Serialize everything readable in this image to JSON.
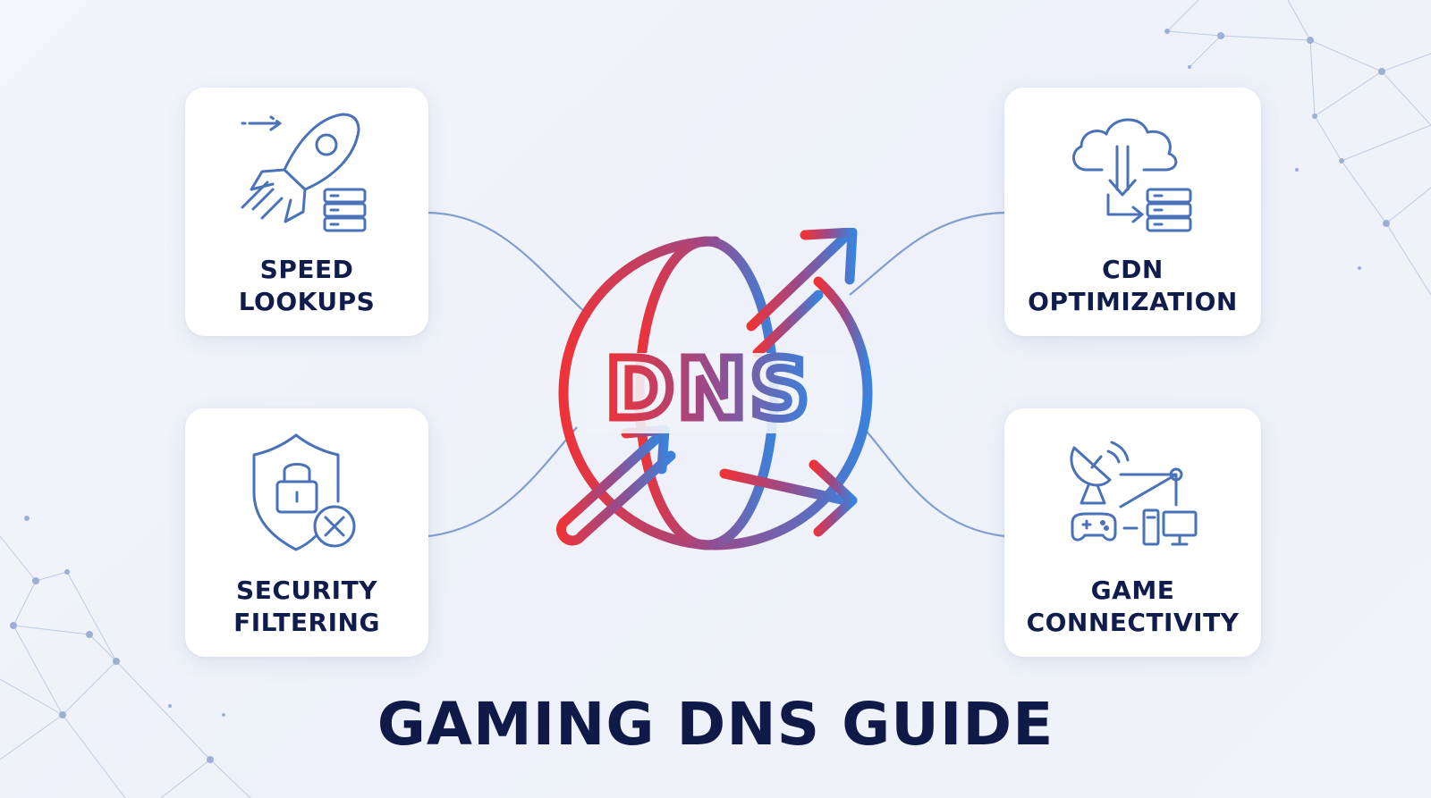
{
  "title": "GAMING DNS GUIDE",
  "center": {
    "label": "DNS"
  },
  "cards": {
    "speed": {
      "line1": "SPEED",
      "line2": "LOOKUPS",
      "icon": "rocket-server-icon"
    },
    "security": {
      "line1": "SECURITY",
      "line2": "FILTERING",
      "icon": "shield-lock-icon"
    },
    "cdn": {
      "line1": "CDN",
      "line2": "OPTIMIZATION",
      "icon": "cloud-server-icon"
    },
    "game": {
      "line1": "GAME",
      "line2": "CONNECTIVITY",
      "icon": "satellite-controller-icon"
    }
  },
  "colors": {
    "accent_red": "#e8373d",
    "accent_blue": "#3a7fd8",
    "icon_blue": "#4a72b8",
    "title_navy": "#0f1a48",
    "connector": "#6d8fc7"
  }
}
